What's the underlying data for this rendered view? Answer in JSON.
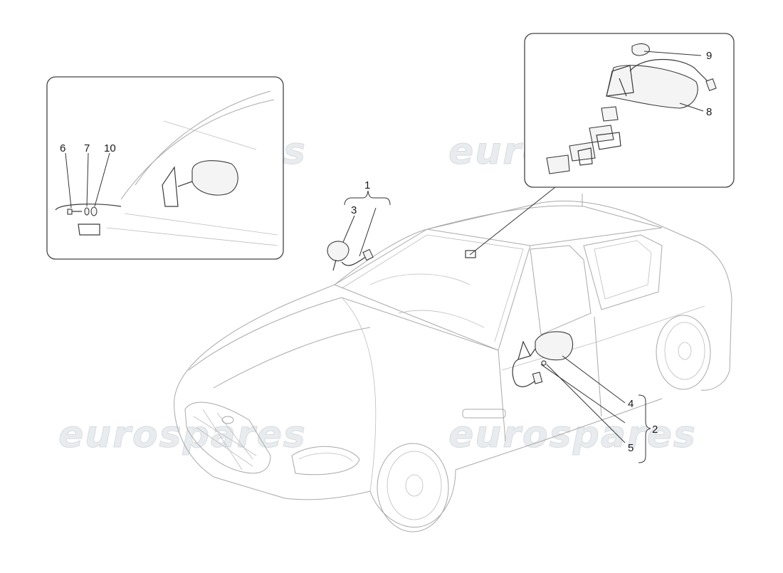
{
  "watermark": {
    "text": "eurospares"
  },
  "callouts": {
    "c1": "1",
    "c2": "2",
    "c3": "3",
    "c4": "4",
    "c5": "5",
    "c6": "6",
    "c7": "7",
    "c8": "8",
    "c9": "9",
    "c10": "10"
  }
}
